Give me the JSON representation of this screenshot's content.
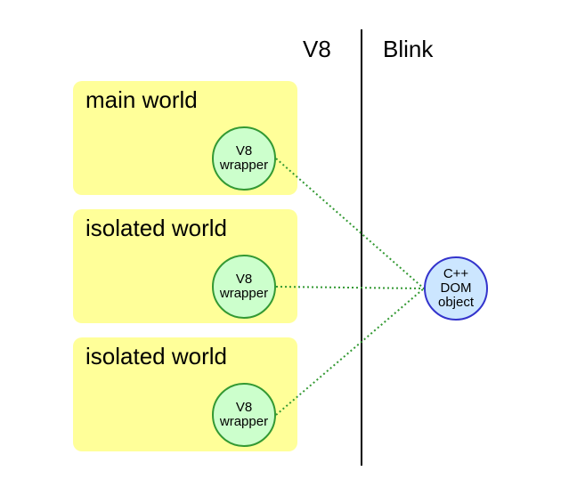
{
  "columns": {
    "left_label": "V8",
    "right_label": "Blink"
  },
  "worlds": [
    {
      "title": "main world",
      "wrapper_lines": [
        "V8",
        "wrapper"
      ]
    },
    {
      "title": "isolated world",
      "wrapper_lines": [
        "V8",
        "wrapper"
      ]
    },
    {
      "title": "isolated world",
      "wrapper_lines": [
        "V8",
        "wrapper"
      ]
    }
  ],
  "dom_object": {
    "lines": [
      "C++",
      "DOM",
      "object"
    ]
  },
  "colors": {
    "world_box_fill": "#ffff99",
    "wrapper_fill": "#ccffcc",
    "wrapper_border": "#339933",
    "dom_fill": "#cce6ff",
    "dom_border": "#3333cc",
    "link_color": "#339933",
    "divider": "#000000"
  }
}
